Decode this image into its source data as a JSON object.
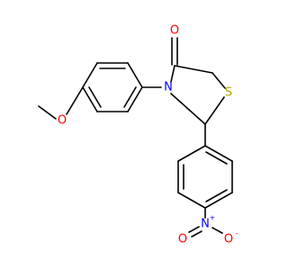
{
  "molecule": {
    "atoms": {
      "O_carbonyl": {
        "symbol": "O",
        "color": "#ff0000"
      },
      "S_ring": {
        "symbol": "S",
        "color": "#b2a800"
      },
      "N_ring": {
        "symbol": "N",
        "color": "#0000ff"
      },
      "O_methoxy": {
        "symbol": "O",
        "color": "#ff0000"
      },
      "N_nitro": {
        "symbol": "N",
        "charge": "+",
        "color": "#0000ff"
      },
      "O_nitro_double": {
        "symbol": "O",
        "color": "#ff0000"
      },
      "O_nitro_single": {
        "symbol": "O",
        "charge": "-",
        "color": "#ff0000"
      }
    }
  }
}
